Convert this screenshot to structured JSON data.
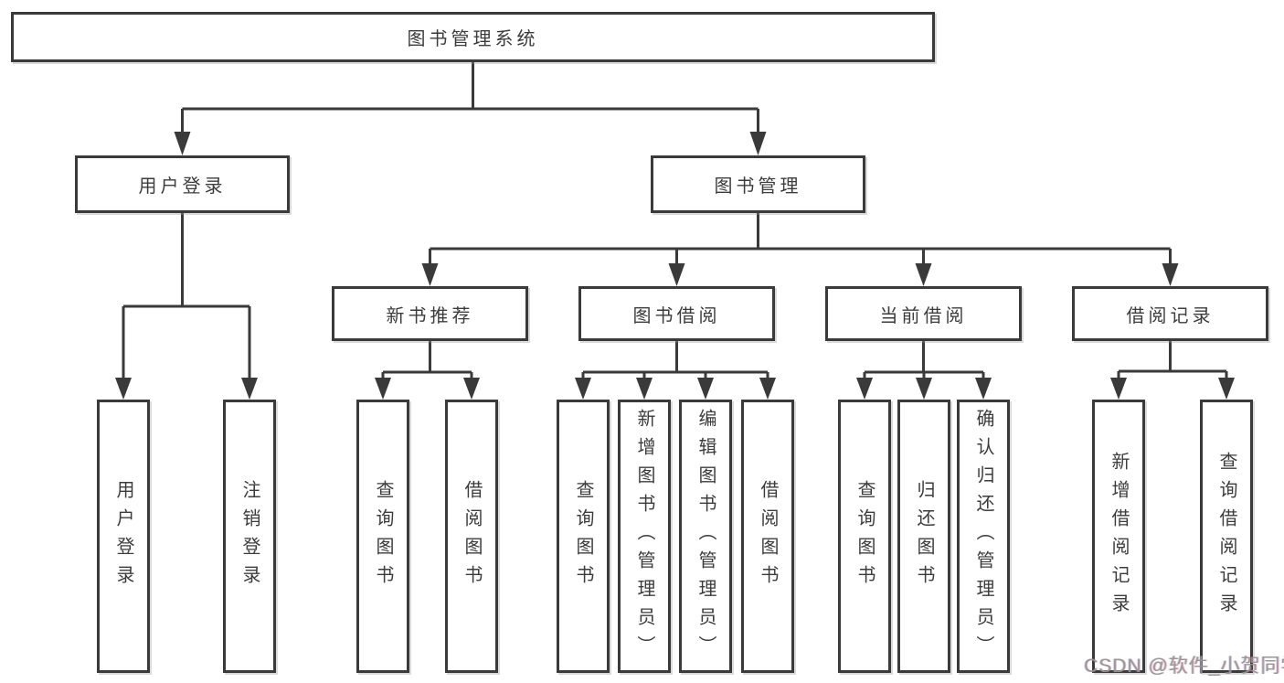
{
  "tree": {
    "label": "图书管理系统",
    "children": [
      {
        "label": "用户登录",
        "children": [
          {
            "label": "用户登录"
          },
          {
            "label": "注销登录"
          }
        ]
      },
      {
        "label": "图书管理",
        "children": [
          {
            "label": "新书推荐",
            "children": [
              {
                "label": "查询图书"
              },
              {
                "label": "借阅图书"
              }
            ]
          },
          {
            "label": "图书借阅",
            "children": [
              {
                "label": "查询图书"
              },
              {
                "label": "新增图书（管理员）"
              },
              {
                "label": "编辑图书（管理员）"
              },
              {
                "label": "借阅图书"
              }
            ]
          },
          {
            "label": "当前借阅",
            "children": [
              {
                "label": "查询图书"
              },
              {
                "label": "归还图书"
              },
              {
                "label": "确认归还（管理员）"
              }
            ]
          },
          {
            "label": "借阅记录",
            "children": [
              {
                "label": "新增借阅记录"
              },
              {
                "label": "查询借阅记录"
              }
            ]
          }
        ]
      }
    ]
  },
  "watermark": {
    "text": "CSDN @软件_小贺同学"
  },
  "colors": {
    "line": "#3a3a3a",
    "box_background": "#ffffff",
    "text": "#3c3c3c",
    "watermark": "#949496"
  }
}
